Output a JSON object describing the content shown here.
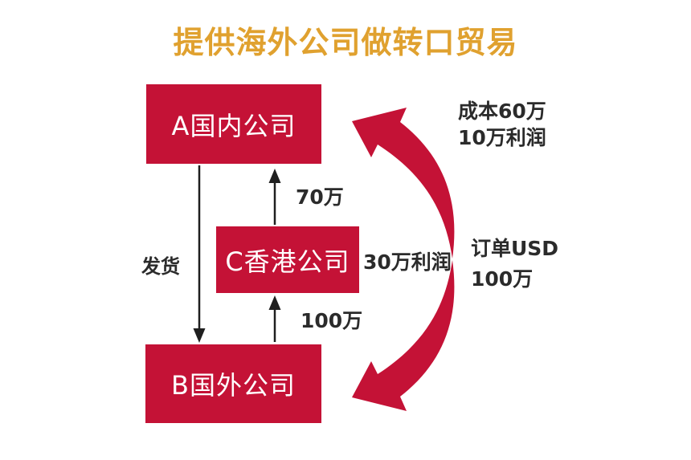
{
  "title": "提供海外公司做转口贸易",
  "nodes": {
    "a": {
      "label": "A国内公司"
    },
    "c": {
      "label": "C香港公司"
    },
    "b": {
      "label": "B国外公司"
    }
  },
  "edges": {
    "a_to_b": {
      "label": "发货"
    },
    "c_to_a": {
      "label": "70万"
    },
    "b_to_c": {
      "label": "100万"
    }
  },
  "annotations": {
    "c_profit": "30万利润",
    "cost_line1": "成本60万",
    "cost_line2": "10万利润",
    "order_line1": "订单USD",
    "order_line2": "100万"
  },
  "colors": {
    "box_red": "#C41236",
    "curved_arrow_red": "#C41236",
    "title_gold": "#E0A12F",
    "text_dark": "#2B2B2B",
    "thin_arrow_black": "#1F1F1F",
    "background": "#FFFFFF"
  }
}
